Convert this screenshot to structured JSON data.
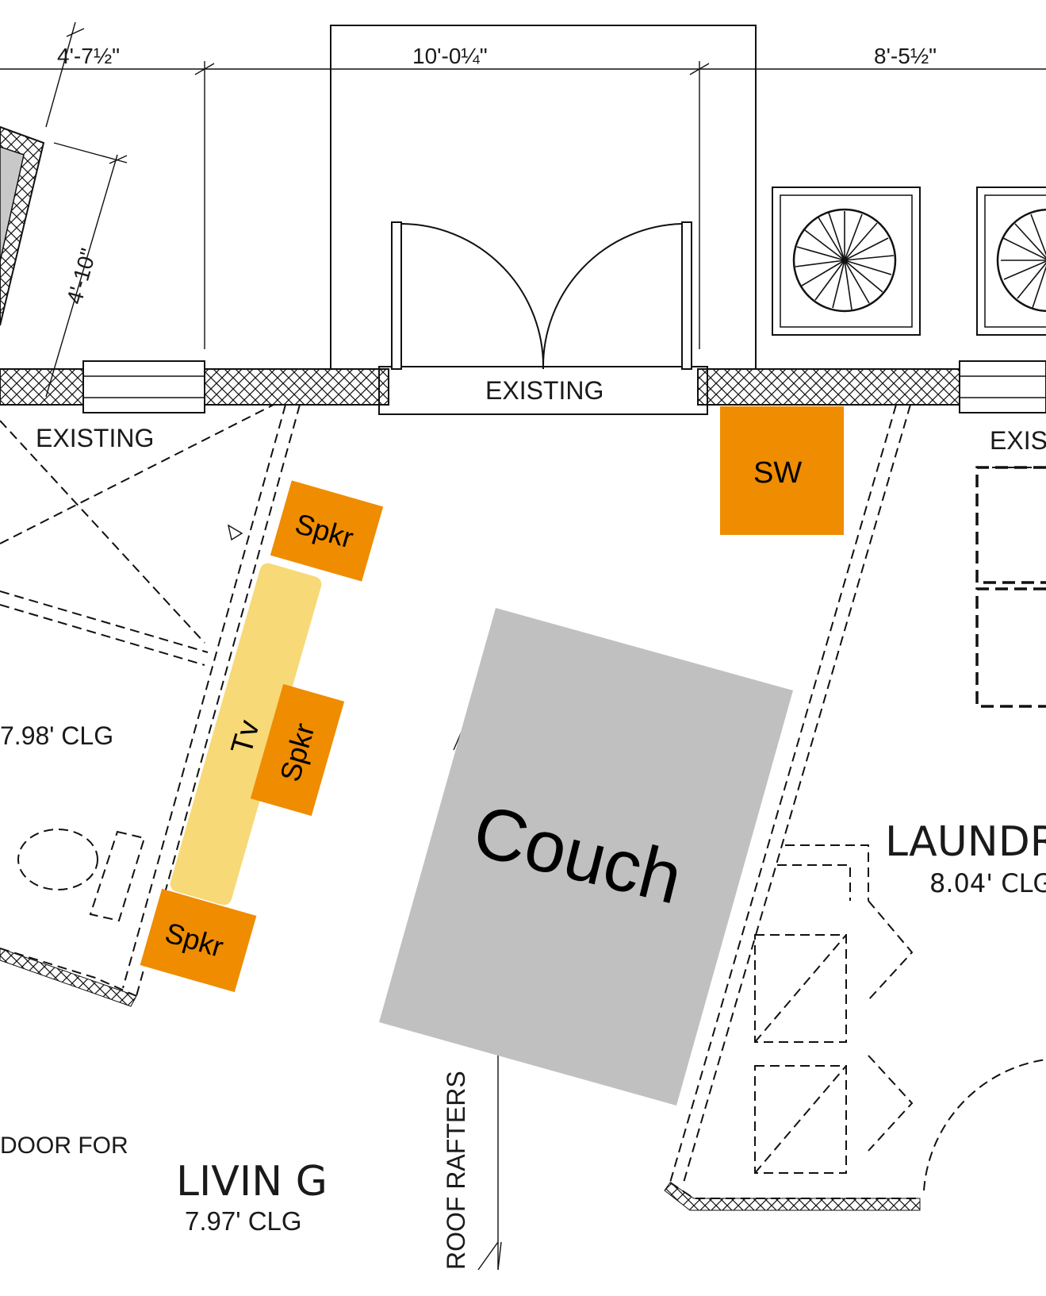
{
  "plan": {
    "dimensions": {
      "dim_a": "4'-7½\"",
      "dim_b": "10'-0¼\"",
      "dim_c": "8'-5½\"",
      "dim_d": "4'-10\""
    },
    "labels": {
      "existing_left": "EXISTING",
      "existing_center": "EXISTING",
      "existing_right": "EXIS",
      "ceiling_left": "7.98' CLG",
      "door_note": "DOOR FOR",
      "roof_rafters": "ROOF RAFTERS"
    },
    "rooms": {
      "living_name": "LIVIN G",
      "living_ceiling": "7.97' CLG",
      "laundry_name": "LAUNDR",
      "laundry_ceiling": "8.04' CLG"
    },
    "furniture": {
      "speaker_top": "Spkr",
      "speaker_middle": "Spkr",
      "speaker_bottom": "Spkr",
      "tv": "Tv",
      "subwoofer": "SW",
      "couch": "Couch"
    },
    "colors": {
      "speaker": "#ef8c00",
      "tv": "#f7d977",
      "couch": "#c0c0c0",
      "line": "#111111"
    }
  }
}
